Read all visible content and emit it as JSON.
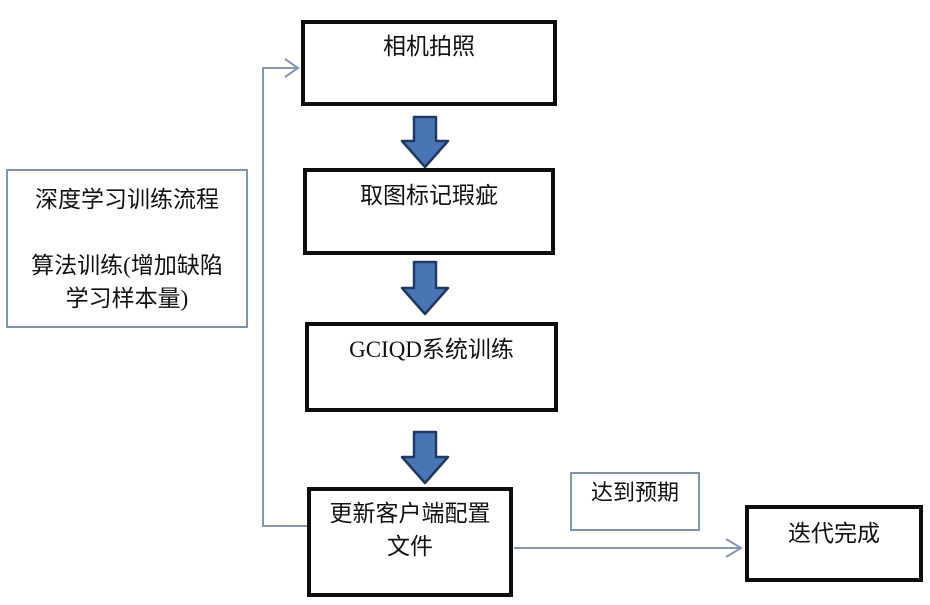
{
  "diagram": {
    "nodes": {
      "camera": {
        "label": "相机拍照"
      },
      "mark_defects": {
        "label": "取图标记瑕疵"
      },
      "system_training": {
        "label": "GCIQD系统训练"
      },
      "update_config": {
        "line1": "更新客户端配置",
        "line2": "文件"
      },
      "side_note": {
        "line1": "深度学习训练流程",
        "line2": "算法训练(增加缺陷",
        "line3": "学习样本量)"
      },
      "expectation": {
        "label": "达到预期"
      },
      "iteration_done": {
        "label": "迭代完成"
      }
    },
    "colors": {
      "process_box_border": "#0d0d0d",
      "light_box_border": "#7f95ad",
      "block_arrow_fill": "#4876b4",
      "block_arrow_stroke": "#1f3864",
      "connector": "#8498b3",
      "text": "#111111",
      "background": "#ffffff"
    }
  }
}
